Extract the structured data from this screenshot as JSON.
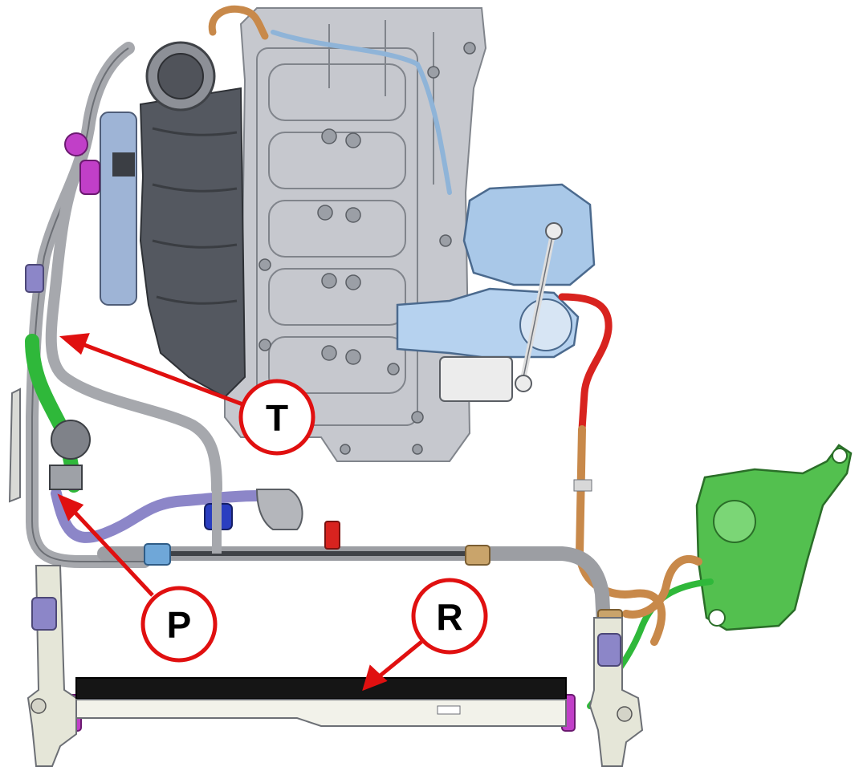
{
  "callouts": [
    {
      "id": "T",
      "label": "T"
    },
    {
      "id": "P",
      "label": "P"
    },
    {
      "id": "R",
      "label": "R"
    }
  ],
  "colors": {
    "callout_ring": "#e01010",
    "arrow": "#e01010",
    "engine_body": "#b9bcc3",
    "engine_shadow": "#4a4d53",
    "turbo": "#a9c8e8",
    "hose_silver": "#a6a8ad",
    "hose_green": "#2fb83a",
    "hose_purple": "#8c86c8",
    "hose_copper": "#c8894a",
    "hose_red": "#d8231f",
    "radiator_core": "#151515",
    "frame": "#e5e6d8",
    "reservoir": "#53c04f",
    "clamp_magenta": "#c13fc8",
    "clamp_blue": "#2a3ec0"
  }
}
